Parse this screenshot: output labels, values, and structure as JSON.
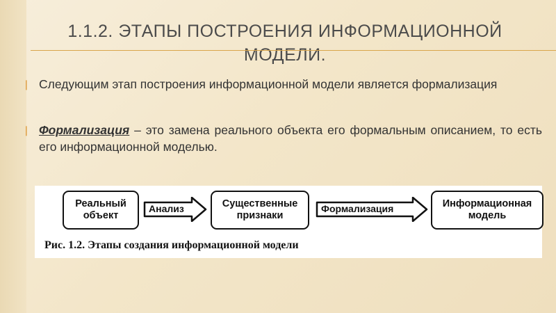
{
  "slide": {
    "title": "1.1.2. Этапы построения информационной модели.",
    "bullets": [
      {
        "text": "Следующим этап построения информационной модели является формализация"
      },
      {
        "term": "Формализация",
        "text": " – это замена реального объекта его формальным описанием, то есть его информационной моделью."
      }
    ]
  },
  "figure": {
    "nodes": [
      "Реальный объект",
      "Существенные признаки",
      "Информационная модель"
    ],
    "arrows": [
      "Анализ",
      "Формализация"
    ],
    "caption": "Рис. 1.2. Этапы создания информационной модели"
  },
  "colors": {
    "accent": "#d9a54a",
    "bullet_marker": "#d98b1f",
    "title_text": "#4b4b4b"
  }
}
